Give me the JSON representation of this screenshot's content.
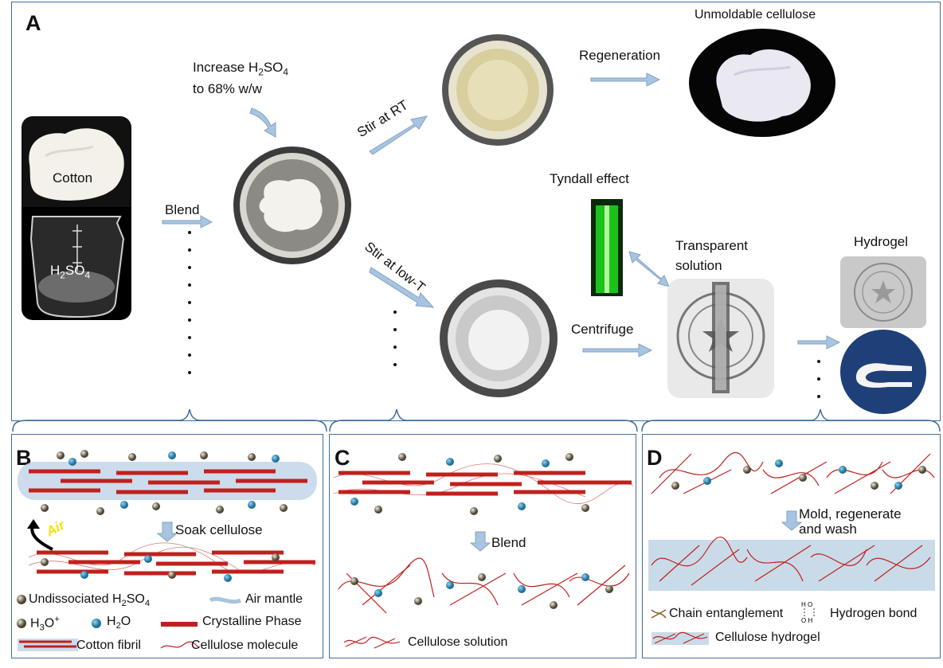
{
  "panel_a": {
    "label": "A",
    "cotton": "Cotton",
    "acid": "H",
    "acid_sub1": "2",
    "acid_mid": "SO",
    "acid_sub2": "4",
    "blend": "Blend",
    "increase_line1_pre": "Increase H",
    "increase_line1_sub1": "2",
    "increase_line1_mid": "SO",
    "increase_line1_sub2": "4",
    "increase_line2": "to 68% w/w",
    "stir_rt": "Stir at RT",
    "stir_low": "Stir at low-T",
    "regeneration": "Regeneration",
    "unmoldable": "Unmoldable cellulose",
    "tyndall": "Tyndall effect",
    "transparent_1": "Transparent",
    "transparent_2": "solution",
    "centrifuge": "Centrifuge",
    "hydrogel": "Hydrogel"
  },
  "panel_b": {
    "label": "B",
    "air": "Air",
    "soak": "Soak cellulose",
    "legend_undiss_pre": "Undissociated H",
    "legend_undiss_sub1": "2",
    "legend_undiss_mid": "SO",
    "legend_undiss_sub2": "4",
    "legend_air_mantle": "Air mantle",
    "legend_h3o_pre": "H",
    "legend_h3o_sub": "3",
    "legend_h3o_mid": "O",
    "legend_h3o_sup": "+",
    "legend_h2o_pre": "H",
    "legend_h2o_sub": "2",
    "legend_h2o_post": "O",
    "legend_crystalline": "Crystalline Phase",
    "legend_fibril": "Cotton fibril",
    "legend_molecule": "Cellulose molecule"
  },
  "panel_c": {
    "label": "C",
    "blend": "Blend",
    "legend_solution": "Cellulose solution"
  },
  "panel_d": {
    "label": "D",
    "mold_1": "Mold, regenerate",
    "mold_2": "and wash",
    "legend_entanglement": "Chain entanglement",
    "legend_hbond": "Hydrogen bond",
    "legend_hydrogel": "Cellulose hydrogel"
  },
  "colors": {
    "frame": "#3f6d9a",
    "fiber": "#c0201e",
    "arrow": "#a9c4e0",
    "ion_blue": "#1f88b8",
    "ion_tan": "#b3a98c",
    "gel": "#c9dbe8"
  }
}
